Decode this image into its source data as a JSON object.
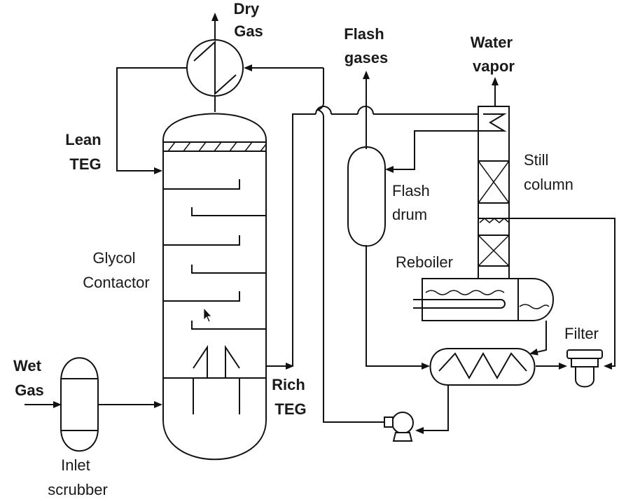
{
  "labels": {
    "dry_gas": [
      "Dry",
      "Gas"
    ],
    "flash_gases": [
      "Flash",
      "gases"
    ],
    "water_vapor": [
      "Water",
      "vapor"
    ],
    "lean_teg": [
      "Lean",
      "TEG"
    ],
    "still_column": [
      "Still",
      "column"
    ],
    "flash_drum": [
      "Flash",
      "drum"
    ],
    "glycol_contactor": [
      "Glycol",
      "Contactor"
    ],
    "reboiler": "Reboiler",
    "filter": "Filter",
    "wet_gas": [
      "Wet",
      "Gas"
    ],
    "rich_teg": [
      "Rich",
      "TEG"
    ],
    "inlet_scrubber": [
      "Inlet",
      "scrubber"
    ]
  },
  "colors": {
    "line": "#111111",
    "text": "#1a1a1a",
    "background": "#ffffff"
  },
  "icons": {
    "cursor": "mouse-pointer-icon"
  }
}
